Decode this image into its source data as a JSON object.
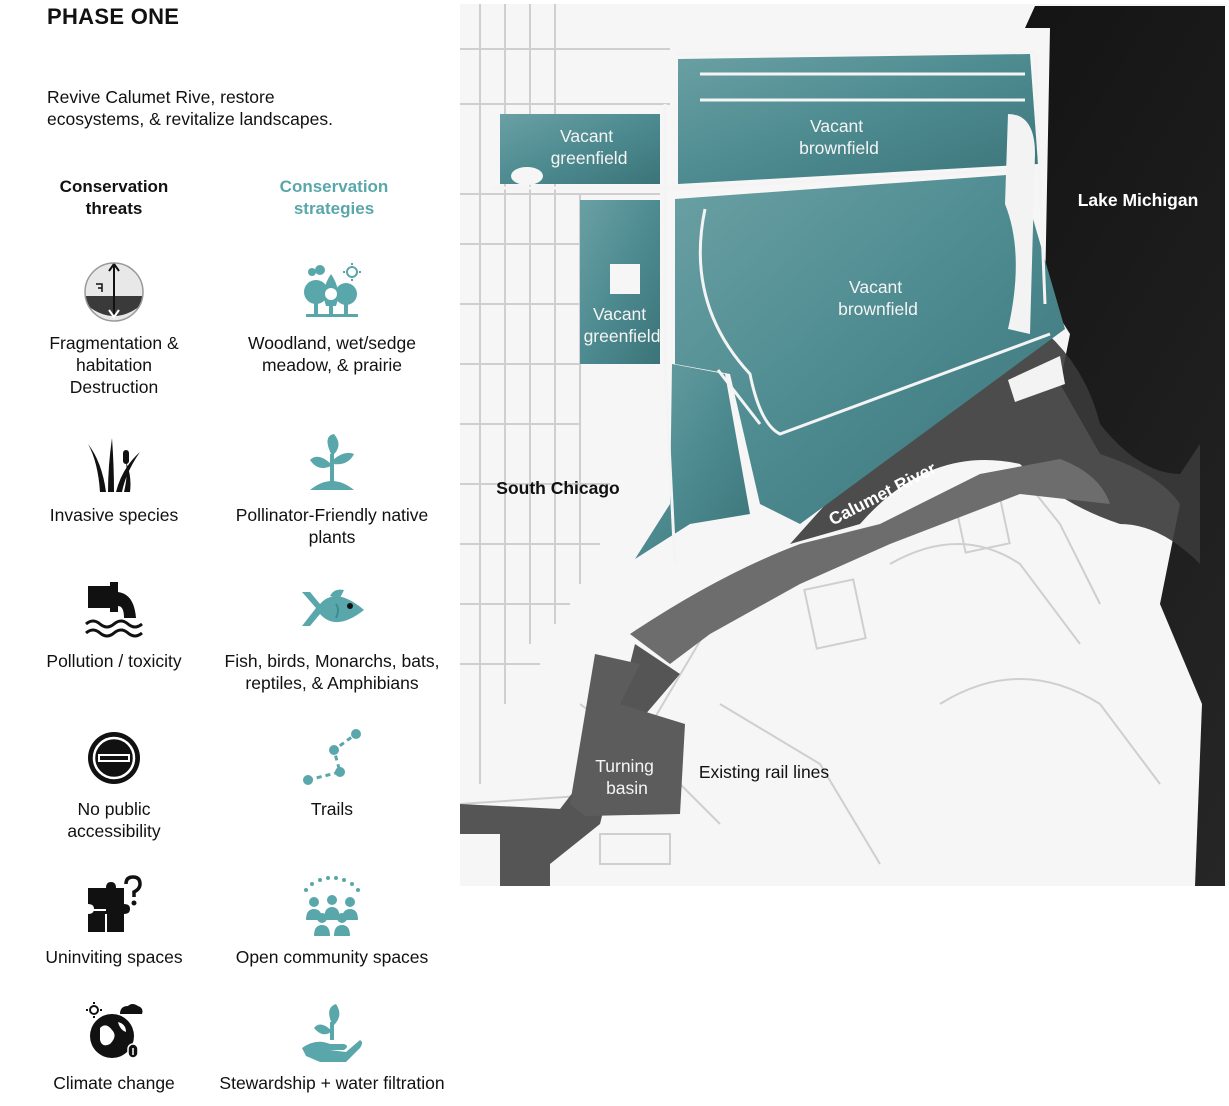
{
  "header": {
    "title": "PHASE ONE",
    "intro_line1": "Revive Calumet Rive, restore",
    "intro_line2": "ecosystems, & revitalize landscapes."
  },
  "columns": {
    "threats_heading_line1": "Conservation",
    "threats_heading_line2": "threats",
    "strategies_heading_line1": "Conservation",
    "strategies_heading_line2": "strategies"
  },
  "colors": {
    "teal": "#5aa7ab",
    "site_teal": "#4d8b90",
    "water_dark": "#161616",
    "river_gray": "#6d6d6d",
    "land_light": "#f6f6f6",
    "street_line": "#cdcdcd"
  },
  "threats": [
    {
      "icon": "fragmentation-icon",
      "line1": "Fragmentation &",
      "line2": "habitation",
      "line3": "Destruction"
    },
    {
      "icon": "invasive-grass-icon",
      "line1": "Invasive species",
      "line2": "",
      "line3": ""
    },
    {
      "icon": "pollution-pipe-icon",
      "line1": "Pollution / toxicity",
      "line2": "",
      "line3": ""
    },
    {
      "icon": "no-entry-icon",
      "line1": "No public",
      "line2": "accessibility",
      "line3": ""
    },
    {
      "icon": "puzzle-question-icon",
      "line1": "Uninviting spaces",
      "line2": "",
      "line3": ""
    },
    {
      "icon": "climate-globe-icon",
      "line1": "Climate change",
      "line2": "",
      "line3": ""
    }
  ],
  "strategies": [
    {
      "icon": "woodland-icon",
      "line1": "Woodland, wet/sedge",
      "line2": "meadow, & prairie"
    },
    {
      "icon": "sprout-icon",
      "line1": "Pollinator-Friendly native",
      "line2": "plants"
    },
    {
      "icon": "fish-icon",
      "line1": "Fish, birds, Monarchs, bats,",
      "line2": "reptiles, & Amphibians"
    },
    {
      "icon": "trail-nodes-icon",
      "line1": "Trails",
      "line2": ""
    },
    {
      "icon": "community-people-icon",
      "line1": "Open community spaces",
      "line2": ""
    },
    {
      "icon": "hand-sprout-icon",
      "line1": "Stewardship + water filtration",
      "line2": ""
    }
  ],
  "map": {
    "vacant_greenfield_1": [
      "Vacant",
      "greenfield"
    ],
    "vacant_brownfield_1": [
      "Vacant",
      "brownfield"
    ],
    "vacant_brownfield_2": [
      "Vacant",
      "brownfield"
    ],
    "vacant_greenfield_2": [
      "Vacant",
      "greenfield"
    ],
    "lake": "Lake Michigan",
    "neighborhood": "South Chicago",
    "river": "Calumet River",
    "turning_basin": [
      "Turning",
      "basin"
    ],
    "rail": "Existing rail lines"
  }
}
